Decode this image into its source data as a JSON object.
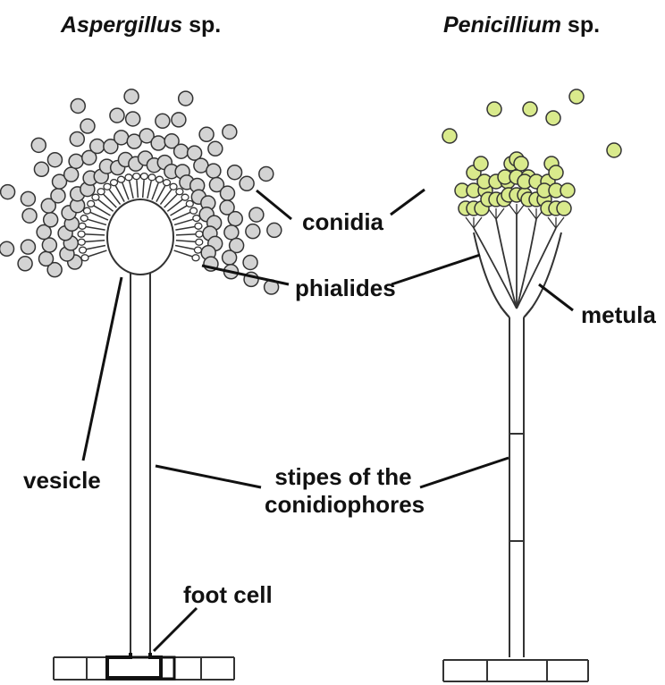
{
  "titles": {
    "left": {
      "genus": "Aspergillus",
      "suffix": " sp."
    },
    "right": {
      "genus": "Penicillium",
      "suffix": " sp."
    }
  },
  "labels": {
    "conidia": "conidia",
    "phialides": "phialides",
    "metula": "metula",
    "vesicle": "vesicle",
    "stipes_line1": "stipes of the",
    "stipes_line2": "conidiophores",
    "foot_cell": "foot cell"
  },
  "colors": {
    "aspergillus_conidia": "#d3d3d3",
    "penicillium_conidia": "#d9ea8c",
    "outline": "#333333",
    "leader": "#111111"
  }
}
